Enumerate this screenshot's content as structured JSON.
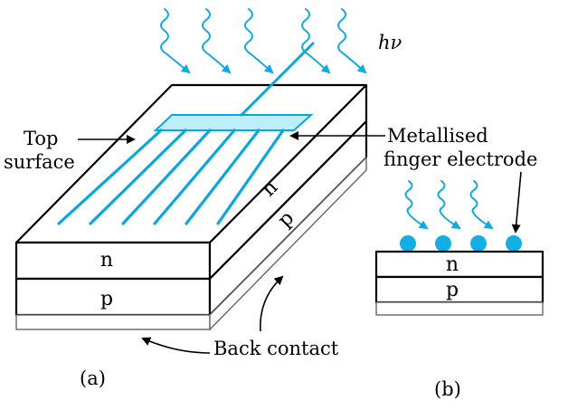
{
  "diagram": {
    "photon_label": "hν",
    "top_surface_label_line1": "Top",
    "top_surface_label_line2": "surface",
    "finger_electrode_line1": "Metallised",
    "finger_electrode_line2": "finger electrode",
    "block_a": {
      "front_n": "n",
      "front_p": "p",
      "side_n": "n",
      "side_p": "p"
    },
    "block_b": {
      "n": "n",
      "p": "p"
    },
    "back_contact_label": "Back contact",
    "caption_a": "(a)",
    "caption_b": "(b)",
    "colors": {
      "electrode": "#0aa7df",
      "electrode_bar_fill": "#bdeefb",
      "dot": "#12aee4",
      "wave": "#12a9e0"
    }
  }
}
